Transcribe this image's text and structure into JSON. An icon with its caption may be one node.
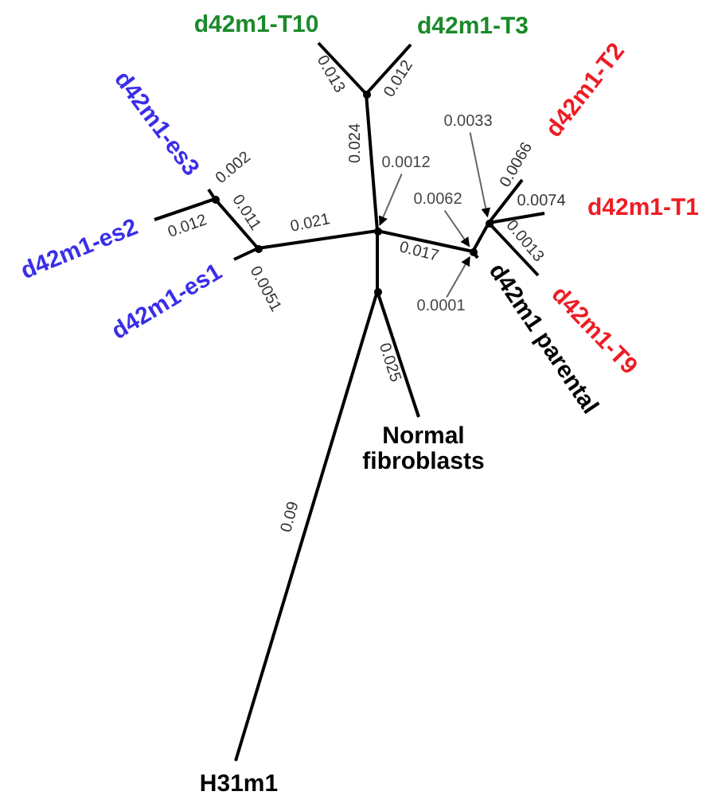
{
  "diagram": {
    "nodes": [
      {
        "text": [
          "d42m1-T10"
        ]
      },
      {
        "text": [
          "d42m1-T3"
        ]
      },
      {
        "text": [
          "d42m1-es3"
        ]
      },
      {
        "text": [
          "d42m1-es2"
        ]
      },
      {
        "text": [
          "d42m1-es1"
        ]
      },
      {
        "text": [
          "0.0033"
        ]
      },
      {
        "text": [
          "d42m1-T2"
        ]
      },
      {
        "text": [
          "0.0012"
        ]
      },
      {
        "text": [
          "0.0062"
        ]
      },
      {
        "text": [
          "d42m1-T1"
        ]
      },
      {
        "text": [
          "0.0001"
        ]
      },
      {
        "text": [
          "d42m1-T9"
        ]
      },
      {
        "text": [
          "d42m1 parental"
        ]
      },
      {
        "text": [
          "Normal fibroblasts"
        ]
      },
      {
        "text": [
          "H31m1"
        ]
      },
      {
        "text": [],
        "shape": "point"
      },
      {
        "text": [],
        "shape": "point"
      },
      {
        "text": [],
        "shape": "point"
      },
      {
        "text": [],
        "shape": "point"
      },
      {
        "text": [],
        "shape": "point"
      },
      {
        "text": [],
        "shape": "point"
      },
      {
        "text": [],
        "shape": "point"
      }
    ],
    "edges": [
      {
        "from": 15,
        "to": 0,
        "arrow": "none",
        "label": "0.013"
      },
      {
        "from": 15,
        "to": 1,
        "arrow": "none",
        "label": "0.012"
      },
      {
        "from": 18,
        "to": 15,
        "arrow": "none",
        "label": "0.024"
      },
      {
        "from": 16,
        "to": 2,
        "arrow": "none",
        "label": "0.002"
      },
      {
        "from": 16,
        "to": 3,
        "arrow": "none",
        "label": "0.012"
      },
      {
        "from": 17,
        "to": 16,
        "arrow": "none",
        "label": "0.011"
      },
      {
        "from": 17,
        "to": 4,
        "arrow": "none",
        "label": "0.0051"
      },
      {
        "from": 18,
        "to": 17,
        "arrow": "none",
        "label": "0.021"
      },
      {
        "from": 18,
        "to": 19,
        "arrow": "none",
        "label": "0.017"
      },
      {
        "from": 19,
        "to": 12,
        "arrow": "none"
      },
      {
        "from": 19,
        "to": 20,
        "arrow": "none"
      },
      {
        "from": 20,
        "to": 6,
        "arrow": "none",
        "label": "0.0066"
      },
      {
        "from": 20,
        "to": 9,
        "arrow": "none",
        "label": "0.0074"
      },
      {
        "from": 20,
        "to": 11,
        "arrow": "none",
        "label": "0.0013"
      },
      {
        "from": 18,
        "to": 21,
        "arrow": "none"
      },
      {
        "from": 21,
        "to": 13,
        "arrow": "none",
        "label": "0.025"
      },
      {
        "from": 21,
        "to": 14,
        "arrow": "none",
        "label": "0.09"
      },
      {
        "from": 5,
        "to": 20,
        "arrow": "to",
        "color": "#666666"
      },
      {
        "from": 7,
        "to": 18,
        "arrow": "to",
        "color": "#666666"
      },
      {
        "from": 8,
        "to": 19,
        "arrow": "to",
        "color": "#666666"
      },
      {
        "from": 10,
        "to": 19,
        "arrow": "to",
        "color": "#666666"
      }
    ]
  }
}
